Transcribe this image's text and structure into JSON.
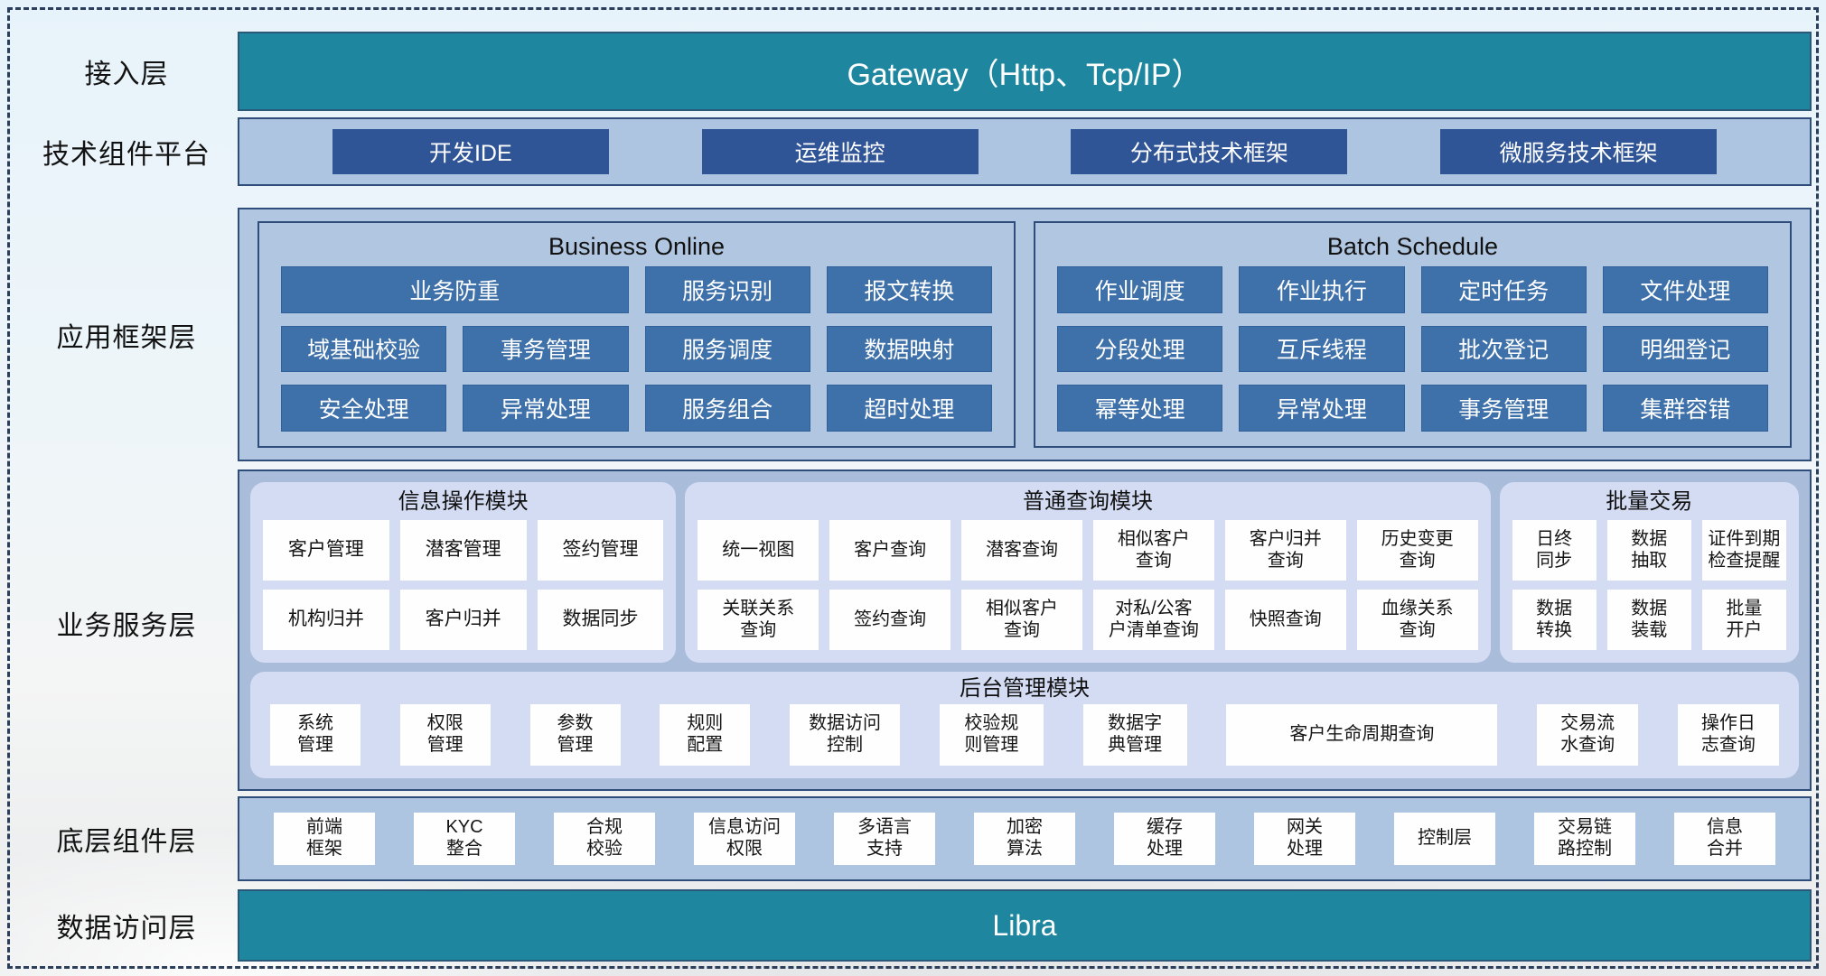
{
  "colors": {
    "teal_bar": "#1E879F",
    "band_blue": "#AEC5E1",
    "navy_border": "#2E4D7B",
    "dark_blue_button": "#2F5597",
    "steel_blue_button": "#3E70A9",
    "panel_lavender": "#D3DCF3",
    "white_button": "#FEFEFE"
  },
  "layers": {
    "access": {
      "label": "接入层",
      "bar": "Gateway（Http、Tcp/IP）"
    },
    "tech": {
      "label": "技术组件平台",
      "buttons": [
        "开发IDE",
        "运维监控",
        "分布式技术框架",
        "微服务技术框架"
      ]
    },
    "appframe": {
      "label": "应用框架层",
      "business_online": {
        "title": "Business Online",
        "buttons": [
          "业务防重",
          "服务识别",
          "报文转换",
          "域基础校验",
          "事务管理",
          "服务调度",
          "数据映射",
          "安全处理",
          "异常处理",
          "服务组合",
          "超时处理"
        ]
      },
      "batch_schedule": {
        "title": "Batch Schedule",
        "buttons": [
          "作业调度",
          "作业执行",
          "定时任务",
          "文件处理",
          "分段处理",
          "互斥线程",
          "批次登记",
          "明细登记",
          "幂等处理",
          "异常处理",
          "事务管理",
          "集群容错"
        ]
      }
    },
    "service": {
      "label": "业务服务层",
      "info_module": {
        "title": "信息操作模块",
        "buttons": [
          "客户管理",
          "潜客管理",
          "签约管理",
          "机构归并",
          "客户归并",
          "数据同步"
        ]
      },
      "query_module": {
        "title": "普通查询模块",
        "buttons": [
          "统一视图",
          "客户查询",
          "潜客查询",
          "相似客户\n查询",
          "客户归并\n查询",
          "历史变更\n查询",
          "关联关系\n查询",
          "签约查询",
          "相似客户\n查询",
          "对私/公客\n户清单查询",
          "快照查询",
          "血缘关系\n查询"
        ]
      },
      "batch_module": {
        "title": "批量交易",
        "buttons": [
          "日终\n同步",
          "数据\n抽取",
          "证件到期\n检查提醒",
          "数据\n转换",
          "数据\n装载",
          "批量\n开户"
        ]
      },
      "admin_module": {
        "title": "后台管理模块",
        "buttons": [
          "系统\n管理",
          "权限\n管理",
          "参数\n管理",
          "规则\n配置",
          "数据访问\n控制",
          "校验规\n则管理",
          "数据字\n典管理",
          "客户生命周期查询",
          "交易流\n水查询",
          "操作日\n志查询"
        ]
      }
    },
    "bottom": {
      "label": "底层组件层",
      "buttons": [
        "前端\n框架",
        "KYC\n整合",
        "合规\n校验",
        "信息访问\n权限",
        "多语言\n支持",
        "加密\n算法",
        "缓存\n处理",
        "网关\n处理",
        "控制层",
        "交易链\n路控制",
        "信息\n合并"
      ]
    },
    "data_access": {
      "label": "数据访问层",
      "bar": "Libra"
    }
  }
}
